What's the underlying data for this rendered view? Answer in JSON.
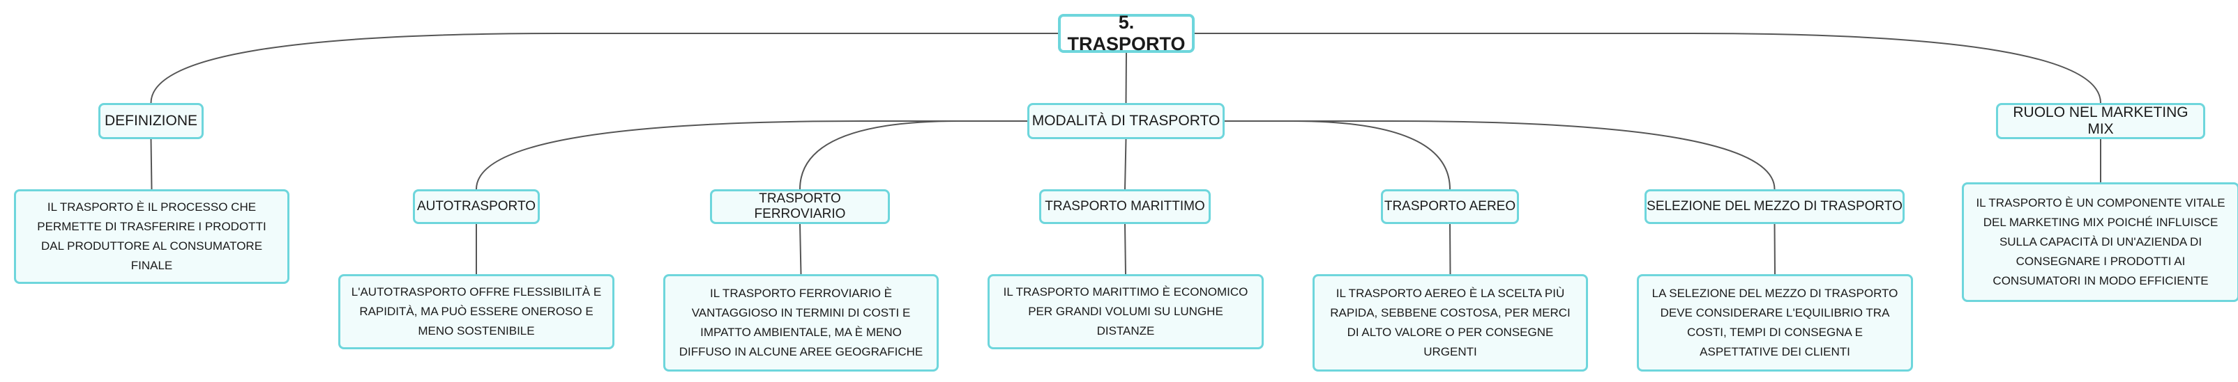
{
  "map": {
    "root": "5. TRASPORTO",
    "definizione": {
      "label": "DEFINIZIONE",
      "text": "IL TRASPORTO È IL PROCESSO CHE PERMETTE DI TRASFERIRE I PRODOTTI DAL PRODUTTORE AL CONSUMATORE FINALE"
    },
    "modalita": {
      "label": "MODALITÀ DI TRASPORTO",
      "children": [
        {
          "label": "AUTOTRASPORTO",
          "text": "L'AUTOTRASPORTO OFFRE FLESSIBILITÀ E RAPIDITÀ, MA PUÒ ESSERE ONEROSO E MENO SOSTENIBILE"
        },
        {
          "label": "TRASPORTO FERROVIARIO",
          "text": "IL TRASPORTO FERROVIARIO È VANTAGGIOSO IN TERMINI DI COSTI E IMPATTO AMBIENTALE, MA È MENO DIFFUSO IN ALCUNE AREE GEOGRAFICHE"
        },
        {
          "label": "TRASPORTO MARITTIMO",
          "text": "IL TRASPORTO MARITTIMO È ECONOMICO PER GRANDI VOLUMI SU LUNGHE DISTANZE"
        },
        {
          "label": "TRASPORTO AEREO",
          "text": "IL TRASPORTO AEREO È LA SCELTA PIÙ RAPIDA, SEBBENE COSTOSA, PER MERCI DI ALTO VALORE O PER CONSEGNE URGENTI"
        },
        {
          "label": "SELEZIONE DEL MEZZO DI TRASPORTO",
          "text": "LA SELEZIONE DEL MEZZO DI TRASPORTO DEVE CONSIDERARE L'EQUILIBRIO TRA COSTI, TEMPI DI CONSEGNA E ASPETTATIVE DEI CLIENTI"
        }
      ]
    },
    "ruolo": {
      "label": "RUOLO NEL MARKETING MIX",
      "text": "IL TRASPORTO È UN COMPONENTE VITALE DEL MARKETING MIX POICHÉ INFLUISCE SULLA CAPACITÀ DI UN'AZIENDA DI CONSEGNARE I PRODOTTI AI CONSUMATORI IN MODO EFFICIENTE"
    }
  },
  "colors": {
    "border": "#6ed6dc",
    "fill": "#f1fcfc",
    "line": "#555555"
  }
}
